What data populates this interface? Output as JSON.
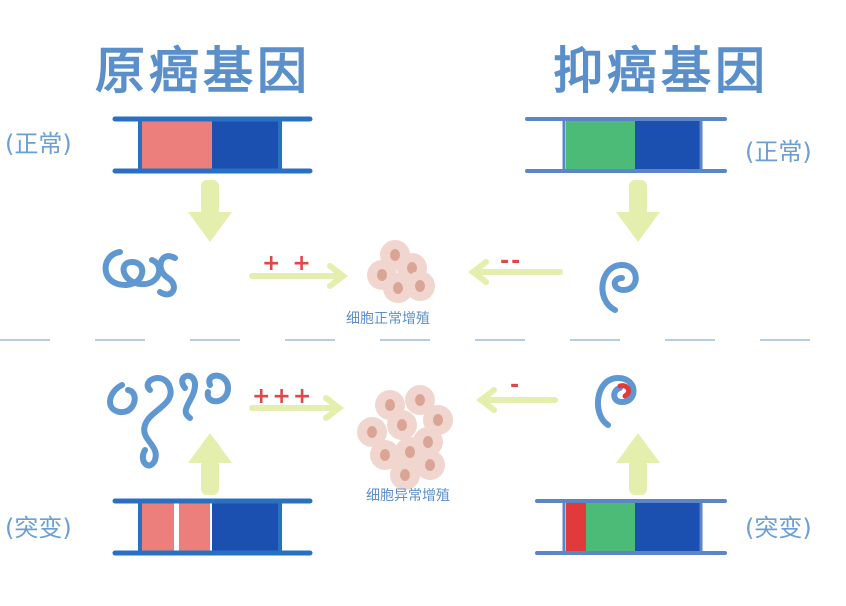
{
  "titles": {
    "left": "原癌基因",
    "right": "抑癌基因"
  },
  "states": {
    "normal": "(正常)",
    "mutant": "(突变)"
  },
  "labels": {
    "normal_proliferation": "细胞正常增殖",
    "abnormal_proliferation": "细胞异常增殖"
  },
  "signs": {
    "top_left": "++",
    "top_right": "--",
    "bottom_left": "+++",
    "bottom_right": "-"
  },
  "colors": {
    "rail": "#2a70c2",
    "pink": "#ec7f7b",
    "dark_blue": "#1b4fb0",
    "green": "#4cbb78",
    "red": "#e03a3a",
    "arrow": "#e4efae",
    "cell": "#f1d6cf",
    "nucleus": "#dba596"
  }
}
